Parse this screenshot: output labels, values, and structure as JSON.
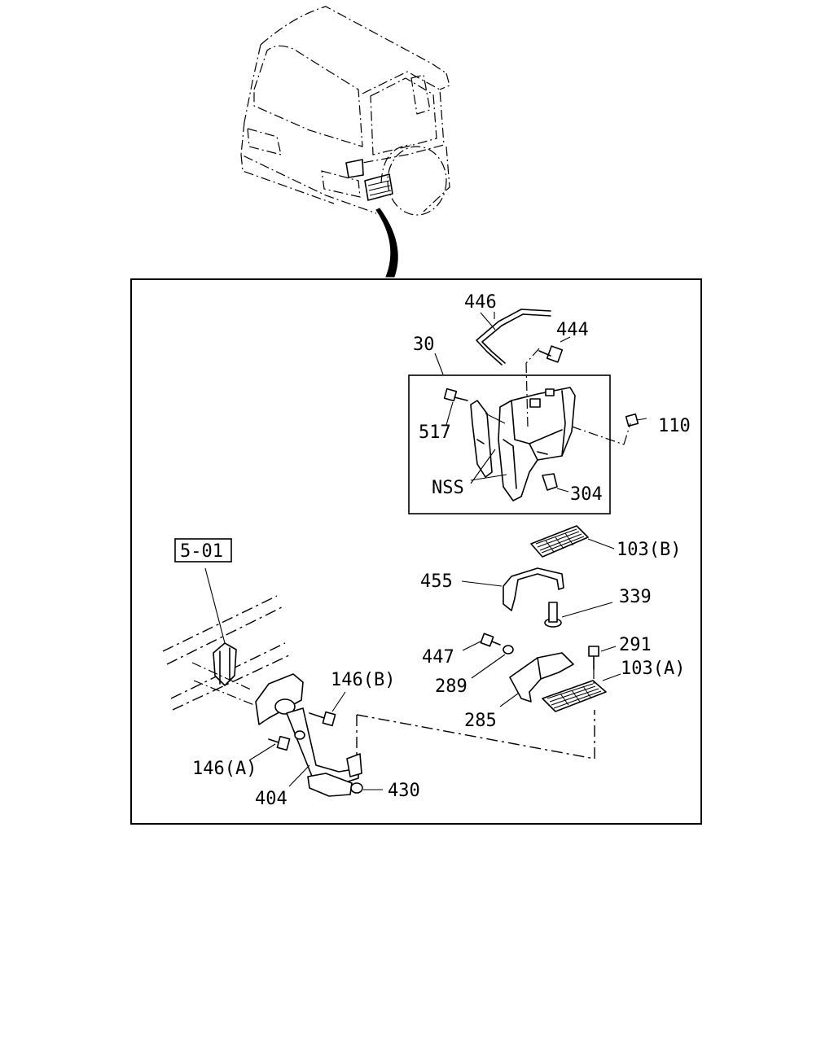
{
  "callouts": {
    "c446": "446",
    "c444": "444",
    "c30": "30",
    "c517": "517",
    "c110": "110",
    "cNSS": "NSS",
    "c304": "304",
    "c103B": "103(B)",
    "c455": "455",
    "c339": "339",
    "c501": "5-01",
    "c447": "447",
    "c291": "291",
    "c289": "289",
    "c103A": "103(A)",
    "c146B": "146(B)",
    "c285": "285",
    "c146A": "146(A)",
    "c404": "404",
    "c430": "430"
  }
}
